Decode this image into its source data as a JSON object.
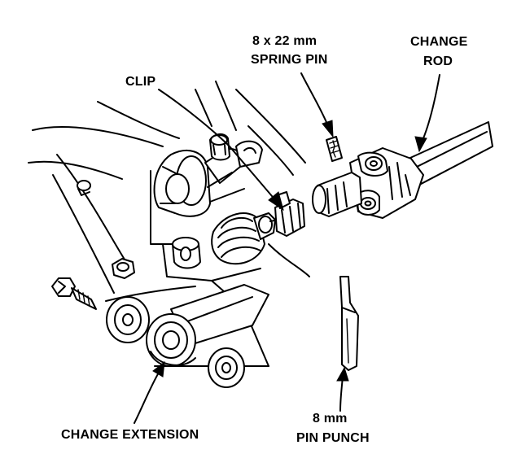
{
  "labels": {
    "spring_pin_line1": "8 x 22 mm",
    "spring_pin_line2": "SPRING PIN",
    "change_rod_line1": "CHANGE",
    "change_rod_line2": "ROD",
    "clip": "CLIP",
    "change_extension": "CHANGE EXTENSION",
    "pin_punch_line1": "8 mm",
    "pin_punch_line2": "PIN PUNCH"
  }
}
